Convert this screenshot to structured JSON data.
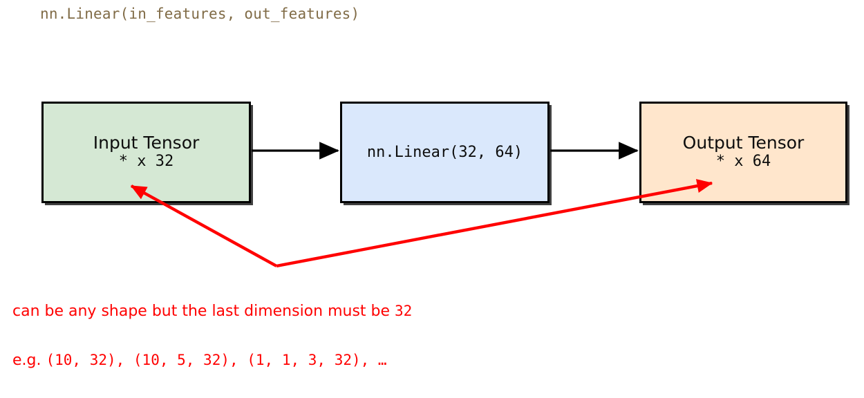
{
  "diagram": {
    "title": "nn.Linear(in_features, out_features)",
    "title_color": "#806b46",
    "background": "#ffffff"
  },
  "nodes": [
    {
      "id": "input-tensor",
      "label": "Input Tensor",
      "shape": "* x 32",
      "fill": "#d5e8d4",
      "stroke": "#000000"
    },
    {
      "id": "linear-layer",
      "label": "nn.Linear(32, 64)",
      "fill": "#dae8fc",
      "stroke": "#000000"
    },
    {
      "id": "output-tensor",
      "label": "Output Tensor",
      "shape": "* x 64",
      "fill": "#ffe6cc",
      "stroke": "#000000"
    }
  ],
  "connectors": [
    {
      "id": "input-to-linear",
      "from": "input-tensor",
      "to": "linear-layer",
      "color": "#000000"
    },
    {
      "id": "linear-to-output",
      "from": "linear-layer",
      "to": "output-tensor",
      "color": "#000000"
    }
  ],
  "annotation": {
    "color": "#ff0000",
    "points_to": [
      "input-tensor",
      "output-tensor"
    ],
    "line1": {
      "part_a": "can be any shape but the last dimension must be ",
      "part_b": "32"
    },
    "line2": {
      "part_a": "e.g. ",
      "part_b": "(10, 32), (10, 5, 32), (1, 1, 3, 32), …"
    }
  }
}
